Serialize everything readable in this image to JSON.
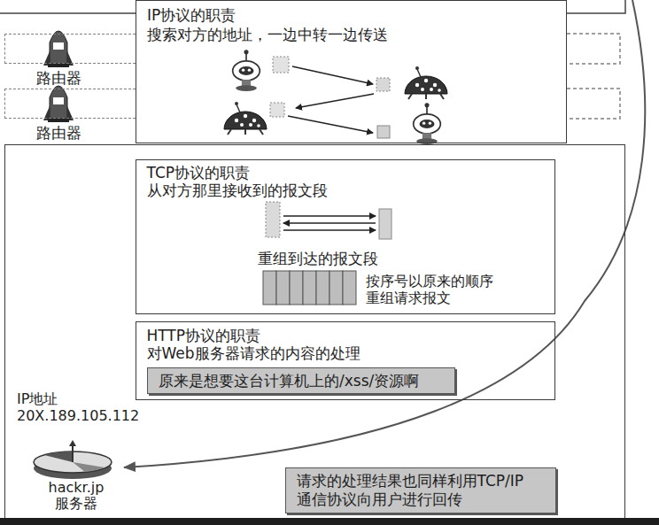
{
  "diagram": {
    "nodes": [
      {
        "text": [
          "IP协议的职责",
          "搜索对方的地址，一边中转一边传送"
        ]
      },
      {
        "text": [
          "路由器"
        ]
      },
      {
        "text": [
          "路由器"
        ]
      },
      {
        "text": [
          "IP地址 20X.189.105.112",
          "hackr.jp 服务器"
        ]
      },
      {
        "text": [
          "TCP协议的职责",
          "从对方那里接收到的报文段",
          "重组到达的报文段",
          "按序号以原来的顺序 重组请求报文"
        ],
        "in": 3
      },
      {
        "text": [
          "HTTP协议的职责",
          "对Web服务器请求的内容的处理"
        ],
        "in": 3
      },
      {
        "text": [
          "原来是想要这台计算机上的/xss/资源啊"
        ],
        "in": 5
      },
      {
        "text": [
          "请求的处理结果也同样利用TCP/IP 通信协议向用户进行回传"
        ],
        "in": 3
      }
    ]
  }
}
